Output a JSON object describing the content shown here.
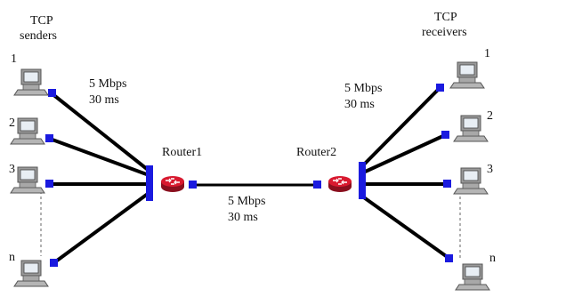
{
  "senders": {
    "title_line1": "TCP",
    "title_line2": "senders",
    "numbers": [
      "1",
      "2",
      "3",
      "n"
    ]
  },
  "receivers": {
    "title_line1": "TCP",
    "title_line2": "receivers",
    "numbers": [
      "1",
      "2",
      "3",
      "n"
    ]
  },
  "routers": {
    "router1": "Router1",
    "router2": "Router2"
  },
  "links": {
    "access_left": {
      "rate": "5 Mbps",
      "delay": "30 ms"
    },
    "access_right": {
      "rate": "5 Mbps",
      "delay": "30 ms"
    },
    "bottleneck": {
      "rate": "5 Mbps",
      "delay": "30 ms"
    }
  },
  "colors": {
    "link": "#000000",
    "port": "#1a1adf",
    "router": "#c8102e",
    "computer": "#8c8c8c"
  },
  "icons": {
    "computer": "computer-icon",
    "router": "router-icon"
  }
}
